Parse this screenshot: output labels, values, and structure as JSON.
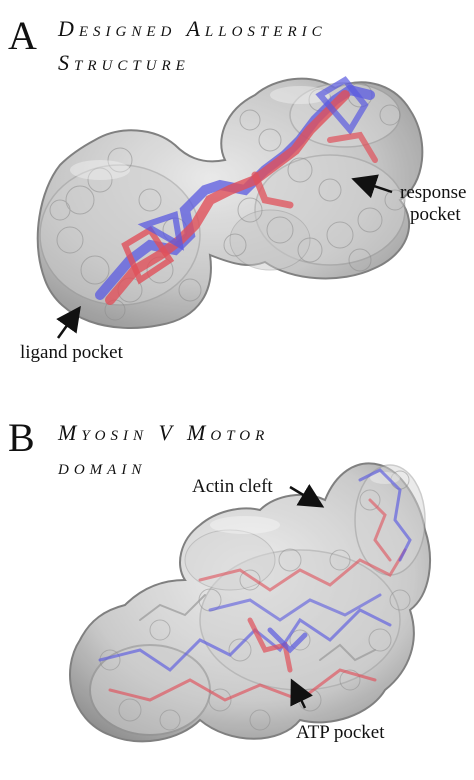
{
  "panel_a": {
    "letter": "A",
    "title_line1": "Designed Allosteric",
    "title_line2": "Structure",
    "label_ligand": "ligand pocket",
    "label_response_line1": "response",
    "label_response_line2": "pocket"
  },
  "panel_b": {
    "letter": "B",
    "title_line1": "Myosin V Motor",
    "title_line2": "domain",
    "label_actin": "Actin cleft",
    "label_atp": "ATP pocket"
  },
  "colors": {
    "surface": "#bdbdbd",
    "surface_edge": "#7a7a7a",
    "ligand_red": "#e0505a",
    "ligand_blue": "#5a5ae0"
  }
}
